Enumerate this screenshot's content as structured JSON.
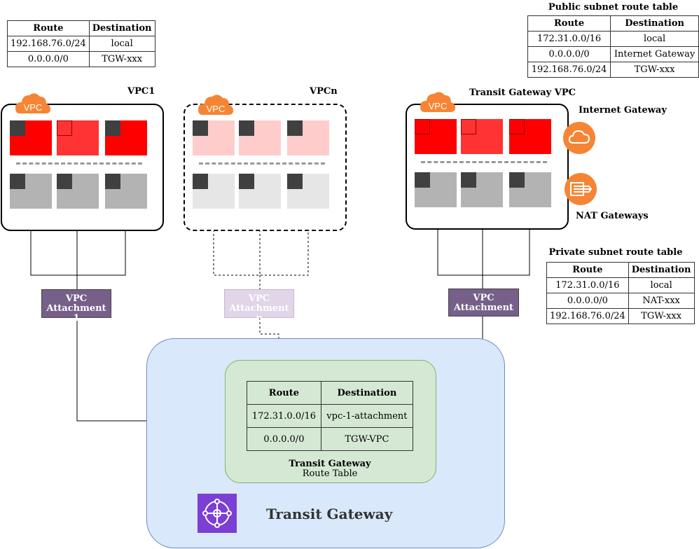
{
  "route_table_vpc1": {
    "headers": [
      "Route",
      "Destination"
    ],
    "rows": [
      [
        "192.168.76.0/24",
        "local"
      ],
      [
        "0.0.0.0/0",
        "TGW-xxx"
      ]
    ]
  },
  "public_route_table": {
    "title": "Public subnet route table",
    "headers": [
      "Route",
      "Destination"
    ],
    "rows": [
      [
        "172.31.0.0/16",
        "local"
      ],
      [
        "0.0.0.0/0",
        "Internet Gateway"
      ],
      [
        "192.168.76.0/24",
        "TGW-xxx"
      ]
    ]
  },
  "private_route_table": {
    "title": "Private subnet route table",
    "headers": [
      "Route",
      "Destination"
    ],
    "rows": [
      [
        "172.31.0.0/16",
        "local"
      ],
      [
        "0.0.0.0/0",
        "NAT-xxx"
      ],
      [
        "192.168.76.0/24",
        "TGW-xxx"
      ]
    ]
  },
  "tgw_route_table": {
    "headers": [
      "Route",
      "Destination"
    ],
    "rows": [
      [
        "172.31.0.0/16",
        "vpc-1-attachment"
      ],
      [
        "0.0.0.0/0",
        "TGW-VPC"
      ]
    ],
    "caption_bold": "Transit Gateway",
    "caption_sub": "Route Table"
  },
  "vpcs": {
    "vpc1": "VPC1",
    "vpcn": "VPCn",
    "tgw_vpc": "Transit Gateway VPC",
    "badge": "VPC"
  },
  "attachments": {
    "a1_line1": "VPC",
    "a1_line2": "Attachment 1",
    "an_line1": "VPC",
    "an_line2": "Attachment n",
    "at_line1": "VPC",
    "at_line2": "Attachment"
  },
  "gateways": {
    "internet": "Internet Gateway",
    "nat": "NAT Gateways"
  },
  "transit_gateway": "Transit Gateway",
  "colors": {
    "public_subnet": "#ff0000",
    "public_subnet_alt": "#ff3333",
    "private_subnet": "#b3b3b3",
    "faded_public": "#ffcccc",
    "faded_private": "#e6e6e6",
    "attachment": "#76608a",
    "attachment_faded": "#e1d5e7",
    "aws_orange": "#f58534",
    "tgw_bg": "#dae8fc",
    "rt_bg": "#d5e8d4",
    "tgw_icon": "#7b3fd3"
  }
}
